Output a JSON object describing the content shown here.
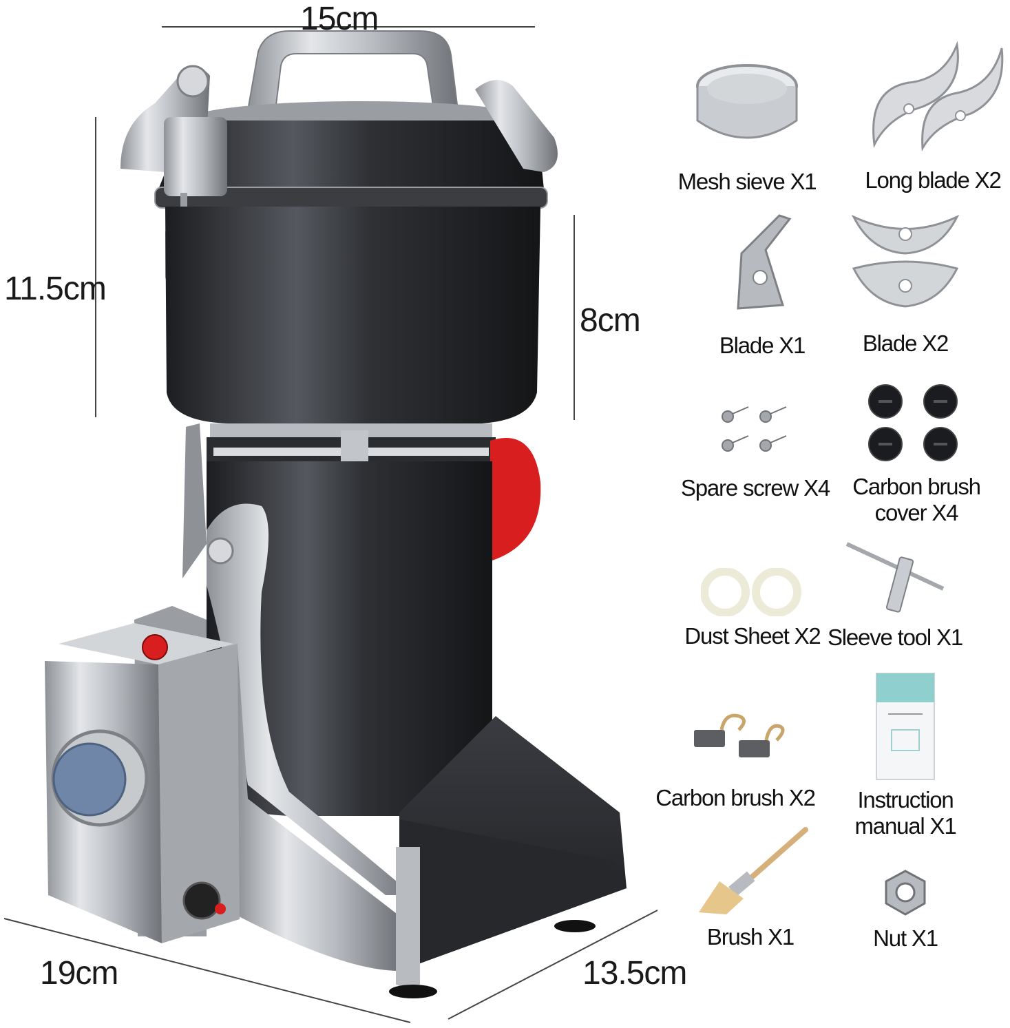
{
  "dimensions": {
    "width_top": "15cm",
    "height_left": "11.5cm",
    "cup_height": "8cm",
    "width_bottom": "19cm",
    "depth_bottom": "13.5cm"
  },
  "accessories": [
    {
      "label": "Mesh sieve X1",
      "icon": "mesh-sieve-icon"
    },
    {
      "label": "Long blade X2",
      "icon": "long-blade-icon"
    },
    {
      "label": "Blade X1",
      "icon": "blade-icon"
    },
    {
      "label": "Blade X2",
      "icon": "blade-pair-icon"
    },
    {
      "label": "Spare screw X4",
      "icon": "screw-icon"
    },
    {
      "label": "Carbon brush cover X4",
      "icon": "brush-cover-icon"
    },
    {
      "label": "Dust Sheet X2",
      "icon": "dust-sheet-icon"
    },
    {
      "label": "Sleeve tool X1",
      "icon": "sleeve-tool-icon"
    },
    {
      "label": "Carbon brush X2",
      "icon": "carbon-brush-icon"
    },
    {
      "label": "Instruction manual X1",
      "icon": "manual-icon"
    },
    {
      "label": "Brush X1",
      "icon": "paint-brush-icon"
    },
    {
      "label": "Nut X1",
      "icon": "nut-icon"
    }
  ],
  "colors": {
    "steel": "#c9ccd0",
    "dark_body": "#2b2d31",
    "accent_red": "#d81e1e",
    "knob_blue": "#6f86a8"
  }
}
